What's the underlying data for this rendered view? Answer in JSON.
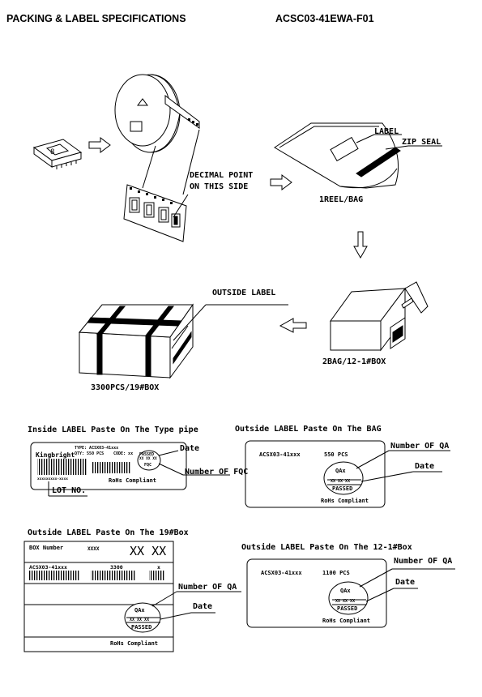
{
  "header": {
    "title": "PACKING & LABEL SPECIFICATIONS",
    "part_number": "ACSC03-41EWA-F01"
  },
  "packing_diagram": {
    "decimal_point_line1": "DECIMAL POINT",
    "decimal_point_line2": "ON THIS SIDE",
    "label": "LABEL",
    "zip_seal": "ZIP SEAL",
    "reel_bag": "1REEL/BAG",
    "outside_label": "OUTSIDE LABEL",
    "bag_box": "2BAG/12-1#BOX",
    "box_qty": "3300PCS/19#BOX"
  },
  "inside_label": {
    "title": "Inside LABEL Paste On The Type pipe",
    "brand": "Kingbright",
    "type_line": "TYPE: ACSX03-41xxx",
    "qty_line": "QTY: 550 PCS",
    "code_line": "CODE: xx",
    "passed": "PASSED",
    "seal_code": "XX XX XX",
    "fqc": "FQC",
    "rohs": "RoHs  Compliant",
    "lot_code": "xxxxxxxxx-xxxx",
    "date_callout": "Date",
    "fqc_callout": "Number  OF  FQC",
    "lot_callout": "LOT  NO."
  },
  "bag_label": {
    "title": "Outside  LABEL  Paste  On  The   BAG",
    "part": "ACSX03-41xxx",
    "qty": "550  PCS",
    "qa": "QAx",
    "seal_code": "XX XX XX",
    "passed": "PASSED",
    "rohs": "RoHs    Compliant",
    "qa_callout": "Number  OF  QA",
    "date_callout": "Date"
  },
  "box19_label": {
    "title": "Outside  LABEL  Paste  On  The  19#Box",
    "box_number": "BOX  Number",
    "box_code_small": "XXXX",
    "box_code_big": "XX XX",
    "part": "ACSX03-41xxx",
    "qty": "3300",
    "x_mark": "x",
    "qa": "QAx",
    "seal_code": "XX XX XX",
    "passed": "PASSED",
    "rohs": "RoHs    Compliant",
    "qa_callout": "Number  OF  QA",
    "date_callout": "Date"
  },
  "box12_label": {
    "title": "Outside  LABEL  Paste  On  The   12-1#Box",
    "part": "ACSX03-41xxx",
    "qty": "1100  PCS",
    "qa": "QAx",
    "seal_code": "XX XX XX",
    "passed": "PASSED",
    "rohs": "RoHs    Compliant",
    "qa_callout": "Number  OF  QA",
    "date_callout": "Date"
  }
}
